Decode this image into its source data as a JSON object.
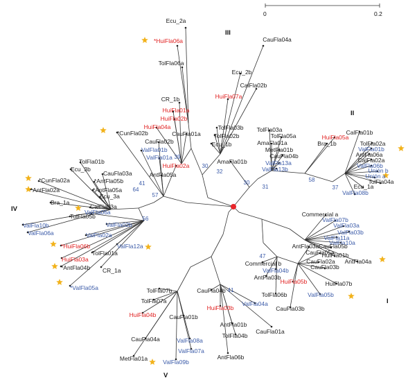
{
  "colors": {
    "black": "#1a1a1a",
    "red": "#e02020",
    "blue": "#3a5aa8",
    "star": "#f2b21b",
    "root": "#e8262b"
  },
  "scale_bar": {
    "start_label": "0",
    "end_label": "0.2"
  },
  "clades": [
    "I",
    "II",
    "III",
    "IV",
    "V"
  ],
  "leaves": [
    {
      "label": "Ecu_2a",
      "color": "black"
    },
    {
      "label": "*HuiFla06a",
      "color": "red"
    },
    {
      "label": "TolFla06a",
      "color": "black"
    },
    {
      "label": "CauFla04a",
      "color": "black"
    },
    {
      "label": "Ecu_2b",
      "color": "black"
    },
    {
      "label": "CalFla02b",
      "color": "black"
    },
    {
      "label": "HuiFla07a",
      "color": "red"
    },
    {
      "label": "CR_1b",
      "color": "black"
    },
    {
      "label": "HuiFla01a",
      "color": "red"
    },
    {
      "label": "HuiFla02b",
      "color": "red"
    },
    {
      "label": "HuiFla04a",
      "color": "red"
    },
    {
      "label": "CauFla01a",
      "color": "black"
    },
    {
      "label": "*CunFla02b",
      "color": "black"
    },
    {
      "label": "CauFla02b",
      "color": "black"
    },
    {
      "label": "ValFla01b",
      "color": "blue"
    },
    {
      "label": "ValFla01a",
      "color": "blue"
    },
    {
      "label": "HuiFla02a",
      "color": "red"
    },
    {
      "label": "AntFla05a",
      "color": "black"
    },
    {
      "label": "TolFla03b",
      "color": "black"
    },
    {
      "label": "TolFla02b",
      "color": "black"
    },
    {
      "label": "Ecu_1b",
      "color": "black"
    },
    {
      "label": "TolFla01b",
      "color": "black"
    },
    {
      "label": "Ecu_3b",
      "color": "black"
    },
    {
      "label": "CauFla03a",
      "color": "black"
    },
    {
      "label": "*CunFla02a",
      "color": "black"
    },
    {
      "label": "*AntFla05b",
      "color": "black"
    },
    {
      "label": "*AntFla02a",
      "color": "black"
    },
    {
      "label": "*AntFla05a",
      "color": "black"
    },
    {
      "label": "Ecu_3a",
      "color": "black"
    },
    {
      "label": "Bra_1a",
      "color": "black"
    },
    {
      "label": "CalFla03a",
      "color": "black"
    },
    {
      "label": "TolFla05b",
      "color": "black"
    },
    {
      "label": "ValFla06a",
      "color": "blue"
    },
    {
      "label": "ValFla02b",
      "color": "blue"
    },
    {
      "label": "ValFla10b",
      "color": "blue"
    },
    {
      "label": "ValFla06a",
      "color": "blue"
    },
    {
      "label": "ValFla02a",
      "color": "blue"
    },
    {
      "label": "*HuiFla06b",
      "color": "red"
    },
    {
      "label": "ValFla12a",
      "color": "blue"
    },
    {
      "label": "TolFla01a",
      "color": "black"
    },
    {
      "label": "HuiFla03a",
      "color": "red"
    },
    {
      "label": "CR_1a",
      "color": "black"
    },
    {
      "label": "*AntFla04b",
      "color": "black"
    },
    {
      "label": "*ValFla05a",
      "color": "blue"
    },
    {
      "label": "TolFla07b",
      "color": "black"
    },
    {
      "label": "TolFla07a",
      "color": "black"
    },
    {
      "label": "HuiFla04b",
      "color": "red"
    },
    {
      "label": "CauFla04b",
      "color": "black"
    },
    {
      "label": "HuiFla03b",
      "color": "red"
    },
    {
      "label": "CauFla01b",
      "color": "black"
    },
    {
      "label": "CauFla04a",
      "color": "black"
    },
    {
      "label": "ValFla08a",
      "color": "blue"
    },
    {
      "label": "ValFla07a",
      "color": "blue"
    },
    {
      "label": "MetFla01a",
      "color": "black"
    },
    {
      "label": "ValFla09b",
      "color": "blue"
    },
    {
      "label": "AntFla06b",
      "color": "black"
    },
    {
      "label": "TolFla04b",
      "color": "black"
    },
    {
      "label": "AntFla01b",
      "color": "black"
    },
    {
      "label": "ValFla04a",
      "color": "blue"
    },
    {
      "label": "CauFla01a",
      "color": "black"
    },
    {
      "label": "TolFla03a",
      "color": "black"
    },
    {
      "label": "TolFla05a",
      "color": "black"
    },
    {
      "label": "AmaFla01a",
      "color": "black"
    },
    {
      "label": "MetFla01b",
      "color": "black"
    },
    {
      "label": "CauFla04b",
      "color": "black"
    },
    {
      "label": "ValFla13a",
      "color": "blue"
    },
    {
      "label": "ValFla13b",
      "color": "blue"
    },
    {
      "label": "AmaFla01b",
      "color": "black"
    },
    {
      "label": "HuiFla05a",
      "color": "red"
    },
    {
      "label": "Bra_1b",
      "color": "black"
    },
    {
      "label": "CalFla01b",
      "color": "black"
    },
    {
      "label": "TolFla02a",
      "color": "black"
    },
    {
      "label": "ValFla01b",
      "color": "blue"
    },
    {
      "label": "AntFla06a",
      "color": "black"
    },
    {
      "label": "CalFla02a",
      "color": "black"
    },
    {
      "label": "ValFla06b",
      "color": "blue"
    },
    {
      "label": "Unión b",
      "color": "blue"
    },
    {
      "label": "Unión a",
      "color": "blue"
    },
    {
      "label": "TolFla04a",
      "color": "black"
    },
    {
      "label": "Ecu_1a",
      "color": "black"
    },
    {
      "label": "ValFla08b",
      "color": "blue"
    },
    {
      "label": "Commercial a",
      "color": "black"
    },
    {
      "label": "ValFla07b",
      "color": "blue"
    },
    {
      "label": "ValFla03a",
      "color": "blue"
    },
    {
      "label": "ValFla03b",
      "color": "blue"
    },
    {
      "label": "ValFla11a",
      "color": "blue"
    },
    {
      "label": "ValFla10a",
      "color": "blue"
    },
    {
      "label": "AntFla03a",
      "color": "black"
    },
    {
      "label": "CauFla05b",
      "color": "black"
    },
    {
      "label": "CauFla05a",
      "color": "black"
    },
    {
      "label": "HuiFla01b",
      "color": "black"
    },
    {
      "label": "CauFla02a",
      "color": "black"
    },
    {
      "label": "CauFla03b",
      "color": "black"
    },
    {
      "label": "AntFla04a",
      "color": "black"
    },
    {
      "label": "Commercial b",
      "color": "black"
    },
    {
      "label": "ValFla04b",
      "color": "blue"
    },
    {
      "label": "AntFla03b",
      "color": "black"
    },
    {
      "label": "HuiFla05b",
      "color": "red"
    },
    {
      "label": "TolFla06b",
      "color": "black"
    },
    {
      "label": "HuiFla07b",
      "color": "black"
    },
    {
      "label": "ValFla05b",
      "color": "blue"
    },
    {
      "label": "CauFla03b",
      "color": "black"
    }
  ],
  "bootstrap_values": [
    "39",
    "30",
    "32",
    "41",
    "64",
    "57",
    "56",
    "30",
    "31",
    "58",
    "37",
    "47",
    "41"
  ]
}
